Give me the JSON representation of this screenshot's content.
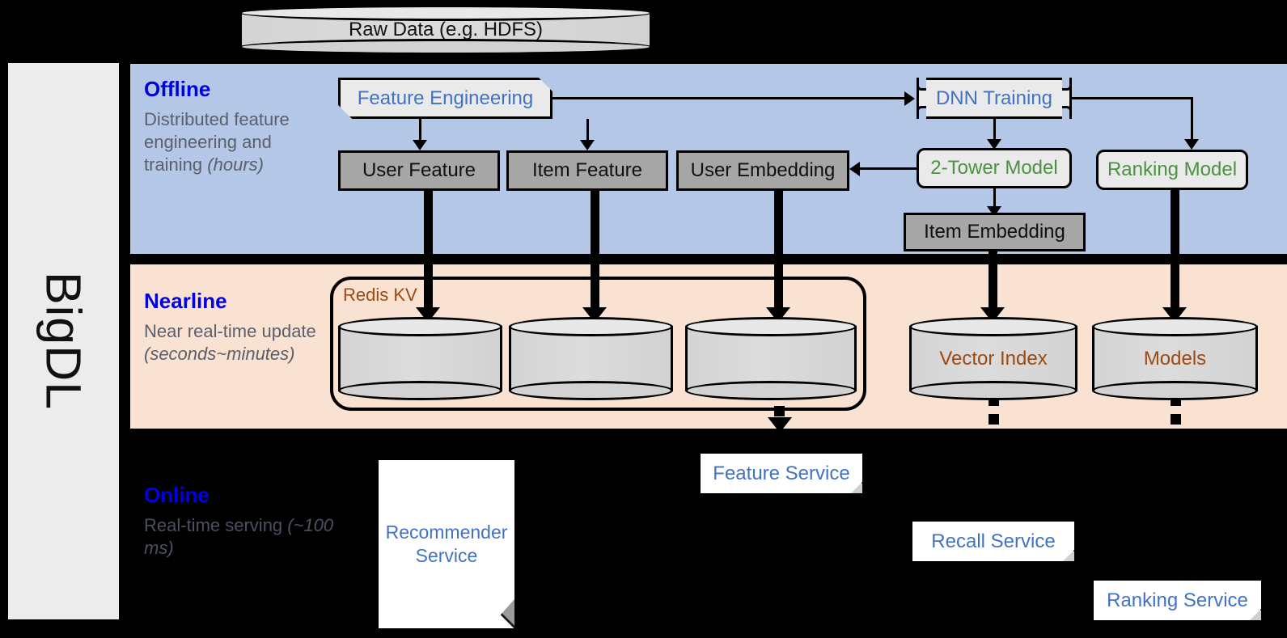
{
  "sidebar": {
    "label": "BigDL"
  },
  "top": {
    "raw_data": "Raw Data (e.g. HDFS)"
  },
  "bands": [
    {
      "id": "offline",
      "title": "Offline",
      "subtitle": "Distributed feature engineering and training ",
      "subtitle_em": "(hours)",
      "bg": "#b4c7e7",
      "title_color": "#0000e0"
    },
    {
      "id": "nearline",
      "title": "Nearline",
      "subtitle": "Near real-time update ",
      "subtitle_em": "(seconds~minutes)",
      "bg": "#fae2d2",
      "title_color": "#0000e0"
    },
    {
      "id": "online",
      "title": "Online",
      "subtitle": "Real-time serving ",
      "subtitle_em": "(~100 ms)",
      "bg": "#000000",
      "title_color": "#0000e0"
    }
  ],
  "offline": {
    "feature_engineering": "Feature Engineering",
    "dnn_training": "DNN Training",
    "user_feature": "User Feature",
    "item_feature": "Item Feature",
    "user_embedding": "User Embedding",
    "two_tower_model": "2-Tower Model",
    "ranking_model": "Ranking Model",
    "item_embedding": "Item Embedding"
  },
  "nearline": {
    "redis_kv": "Redis KV",
    "store_user_feature": "",
    "store_item_feature": "",
    "store_user_embedding": "",
    "vector_index": "Vector Index",
    "models": "Models"
  },
  "online": {
    "recommender_service": "Recommender Service",
    "feature_service": "Feature Service",
    "recall_service": "Recall Service",
    "ranking_service": "Ranking Service"
  },
  "colors": {
    "offline_band": "#b4c7e7",
    "nearline_band": "#fae2d2",
    "online_band": "#000000",
    "grey_box": "#a6a6a6",
    "proc_box": "#eaeaea",
    "blue_text": "#4272c4",
    "green_text": "#4c9141",
    "brown_text": "#9c4a11",
    "band_title": "#0000e0",
    "band_sub": "#595f6b"
  }
}
